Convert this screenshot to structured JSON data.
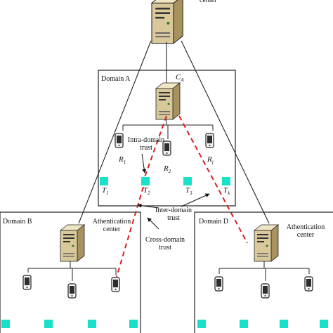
{
  "top_center_label": "center",
  "domains": {
    "a": {
      "title": "Domain A",
      "center_label": "C",
      "center_sub": "A"
    },
    "b": {
      "title": "Domain B",
      "center_label_lines": [
        "Athentication",
        "center"
      ]
    },
    "d": {
      "title": "Domain D",
      "center_label_lines": [
        "Athentication",
        "center"
      ]
    }
  },
  "relays": [
    {
      "letter": "R",
      "sub": "1"
    },
    {
      "letter": "R",
      "sub": "2"
    },
    {
      "letter": "R",
      "sub": "j"
    }
  ],
  "terminals": [
    {
      "letter": "T",
      "sub": "1"
    },
    {
      "letter": "T",
      "sub": "2"
    },
    {
      "letter": "T",
      "sub": "3"
    },
    {
      "letter": "T",
      "sub": "k"
    }
  ],
  "trust_labels": {
    "intra": [
      "Intra-domain",
      "trust"
    ],
    "inter": [
      "Inter-domain",
      "trust"
    ],
    "cross": [
      "Cross-domain",
      "trust"
    ]
  },
  "colors": {
    "terminal": "#19E0C8",
    "trust_dash": "#D81F1F",
    "server_body": "#D9C89A",
    "server_light": "#F1E6C4",
    "server_dark": "#A8925E",
    "line": "#222222"
  }
}
